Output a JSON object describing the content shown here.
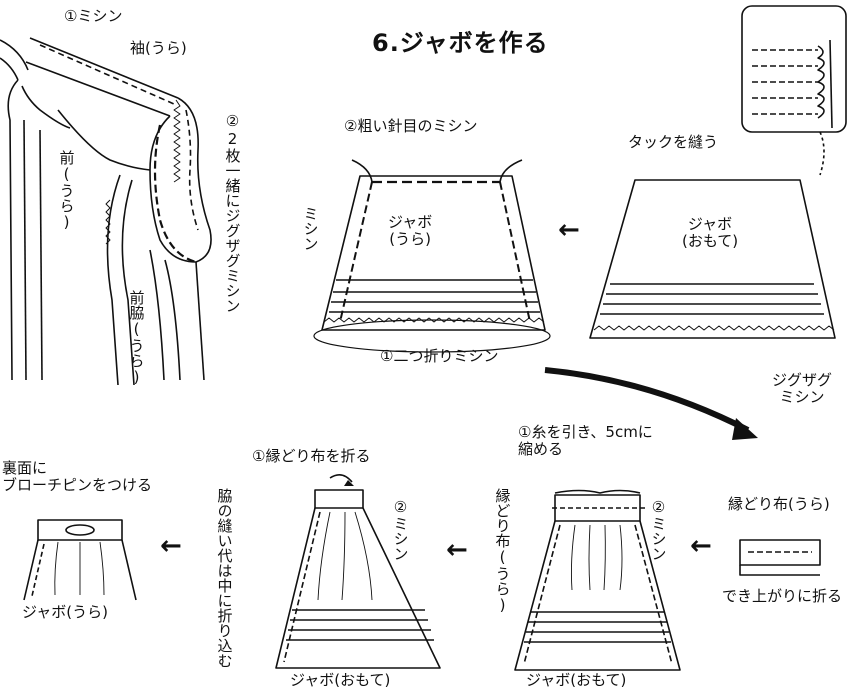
{
  "title": "6.ジャボを作る",
  "left_figure": {
    "sew1": "①ミシン",
    "sleeve": "袖(うら)",
    "front": "前(うら)",
    "side_front": "前脇(うら)",
    "zigzag_step": "②2枚一緒にジグザグミシン"
  },
  "top_right_figure": {
    "tuck": "タックを縫う",
    "jabot_front": "ジャボ\n(おもて)",
    "zigzag": "ジグザグ\nミシン"
  },
  "top_middle_figure": {
    "coarse_stitch": "②粗い針目のミシン",
    "sewing": "ミシン",
    "jabot_back": "ジャボ\n(うら)",
    "double_fold": "①二つ折りミシン"
  },
  "bottom_right_figure": {
    "binding_back": "縁どり布(うら)",
    "fold_finish": "でき上がりに折る"
  },
  "bottom_mid_right_figure": {
    "pull_thread": "①糸を引き、5cmに\n縮める",
    "binding_back_v": "縁どり布(うら)",
    "sewing2": "②ミシン",
    "jabot_front_label": "ジャボ(おもて)"
  },
  "bottom_mid_left_figure": {
    "fold_binding": "①縁どり布を折る",
    "tuck_in": "脇の縫い代は中に折り込む",
    "sewing2": "②ミシン",
    "jabot_front_label": "ジャボ(おもて)"
  },
  "bottom_left_figure": {
    "brooch": "裏面に\nブローチピンをつける",
    "jabot_back_label": "ジャボ(うら)"
  },
  "arrows": {
    "left_arrow": "←"
  }
}
